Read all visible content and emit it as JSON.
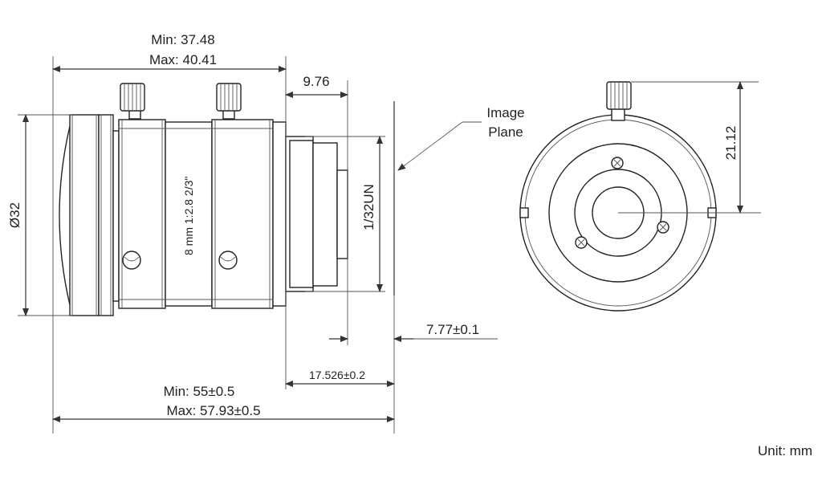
{
  "dimensions": {
    "front_length_min": "Min: 37.48",
    "front_length_max": "Max: 40.41",
    "mount_length": "9.76",
    "diameter": "Ø32",
    "thread": "1/32UN",
    "flange_back": "7.77±0.1",
    "mount_depth": "17.526±0.2",
    "total_length_min": "Min: 55±0.5",
    "total_length_max": "Max: 57.93±0.5",
    "screw_height": "21.12"
  },
  "callouts": {
    "image_plane_line1": "Image",
    "image_plane_line2": "Plane"
  },
  "lens_marking": "8 mm  1:2.8  2/3\"",
  "unit": "Unit: mm"
}
